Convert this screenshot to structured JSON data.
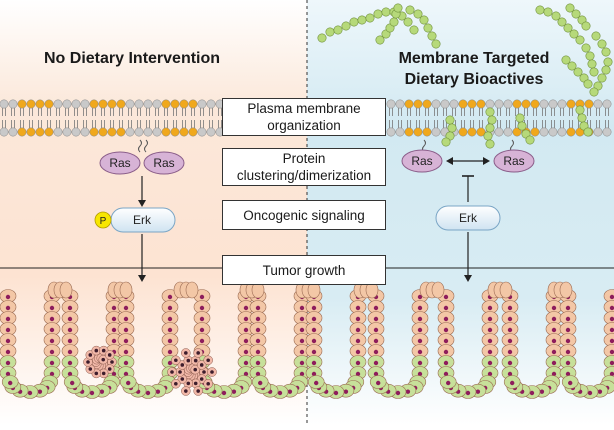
{
  "headings": {
    "left": "No Dietary Intervention",
    "right_line1": "Membrane Targeted",
    "right_line2": "Dietary Bioactives"
  },
  "steps": [
    {
      "line1": "Plasma membrane",
      "line2": "organization"
    },
    {
      "line1": "Protein",
      "line2": "clustering/dimerization"
    },
    {
      "line1": "Oncogenic signaling",
      "line2": ""
    },
    {
      "line1": "Tumor growth",
      "line2": ""
    }
  ],
  "left_panel": {
    "ras_a": "Ras",
    "ras_b": "Ras",
    "erk": "Erk",
    "phospho": "P"
  },
  "right_panel": {
    "ras_a": "Ras",
    "ras_b": "Ras",
    "erk": "Erk"
  },
  "colors": {
    "lipid_head": "#f0a81c",
    "lipid_head_light": "#c9c9c9",
    "bioactive": "#b6d97a",
    "ras_fill": "#d7b3d6",
    "erk_fill": "#d4e6f3",
    "phospho_fill": "#f7e600",
    "cell_fill": "#f3c7a6",
    "nucleus": "#8e1d5c",
    "tumor_cell": "#f1b8a8",
    "right_bg": "#d2e9f2",
    "left_bg": "#fde3d2"
  }
}
